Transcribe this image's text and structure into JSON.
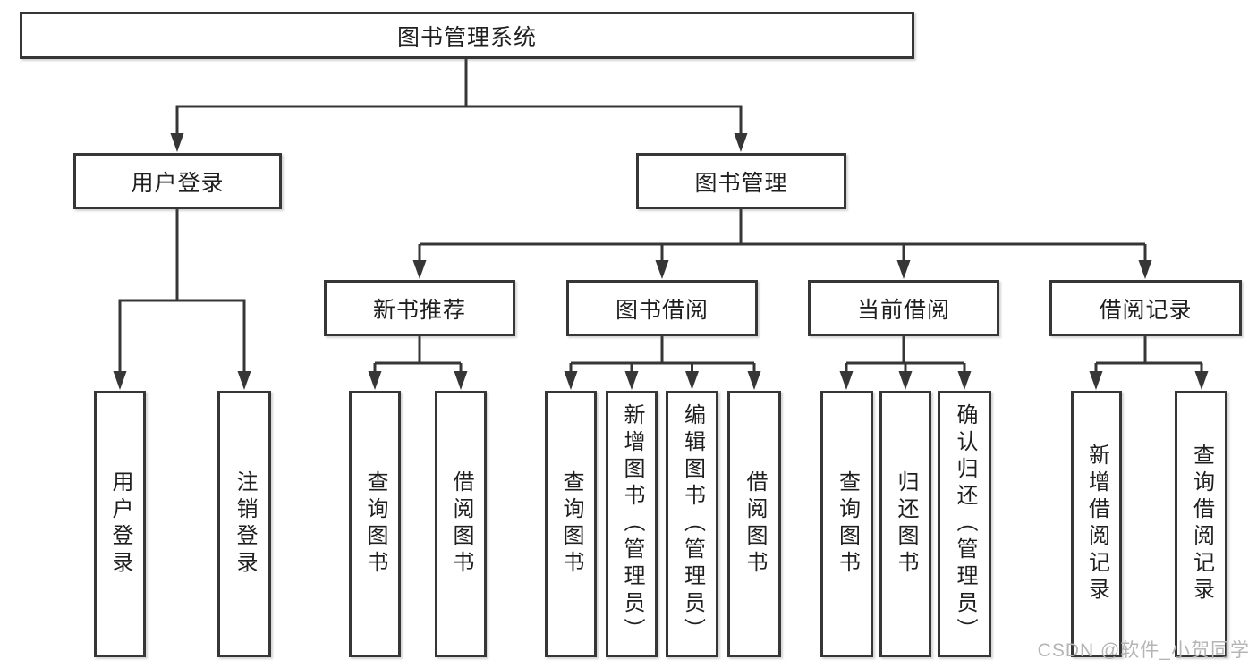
{
  "diagram_title": "图书管理系统",
  "tree": {
    "label": "图书管理系统",
    "children": [
      {
        "label": "用户登录",
        "children": [
          {
            "label": "用户登录"
          },
          {
            "label": "注销登录"
          }
        ]
      },
      {
        "label": "图书管理",
        "children": [
          {
            "label": "新书推荐",
            "children": [
              {
                "label": "查询图书"
              },
              {
                "label": "借阅图书"
              }
            ]
          },
          {
            "label": "图书借阅",
            "children": [
              {
                "label": "查询图书"
              },
              {
                "label": "新增图书（管理员）"
              },
              {
                "label": "编辑图书（管理员）"
              },
              {
                "label": "借阅图书"
              }
            ]
          },
          {
            "label": "当前借阅",
            "children": [
              {
                "label": "查询图书"
              },
              {
                "label": "归还图书"
              },
              {
                "label": "确认归还（管理员）"
              }
            ]
          },
          {
            "label": "借阅记录",
            "children": [
              {
                "label": "新增借阅记录"
              },
              {
                "label": "查询借阅记录"
              }
            ]
          }
        ]
      }
    ]
  },
  "watermark": "CSDN @软件_小贺同学",
  "colors": {
    "line": "#363636",
    "box_border": "#363636",
    "box_fill": "#ffffff",
    "text": "#1f1f1f",
    "watermark": "#b5b5b5",
    "background": "#ffffff"
  }
}
